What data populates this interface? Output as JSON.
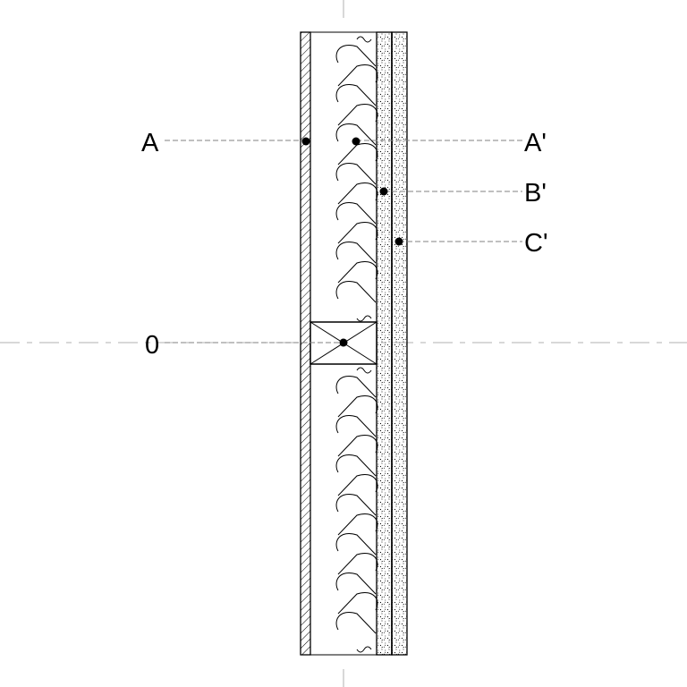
{
  "diagram": {
    "labels": {
      "point_a": "A",
      "point_a_prime": "A'",
      "point_b_prime": "B'",
      "point_c_prime": "C'",
      "point_zero": "0"
    },
    "colors": {
      "line": "#000000",
      "leader": "#808080",
      "center_line": "#b0b0b0",
      "background": "#ffffff"
    }
  }
}
